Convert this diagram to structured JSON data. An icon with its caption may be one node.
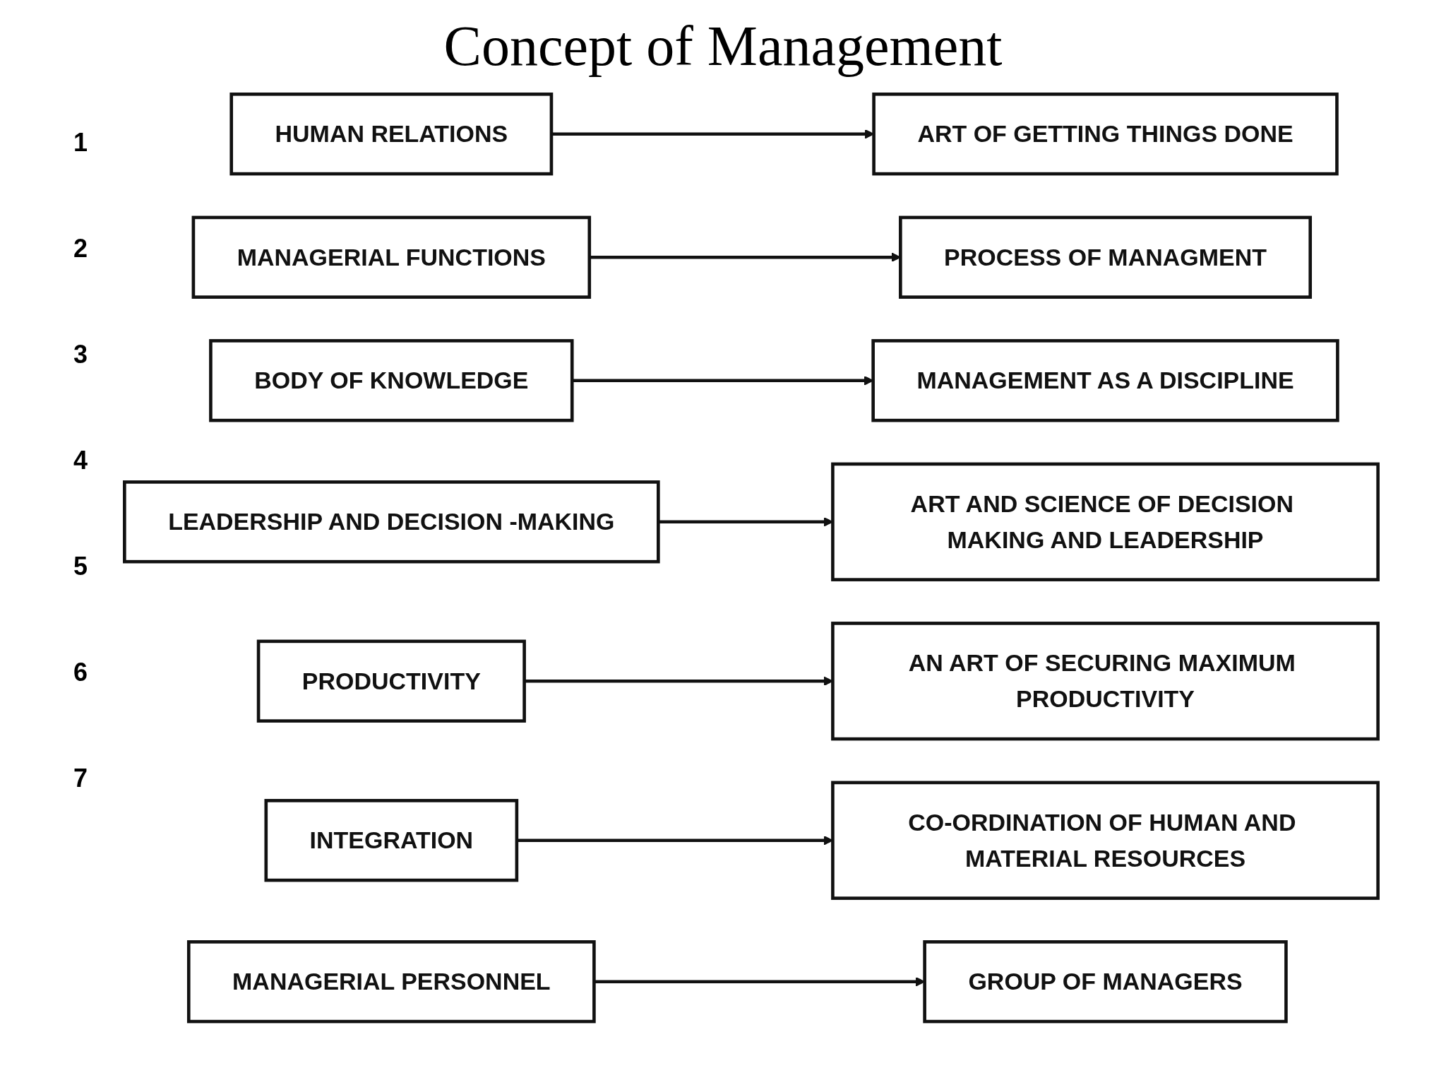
{
  "diagram": {
    "title": "Concept of Management",
    "nodes": [
      {
        "text": [
          "HUMAN RELATIONS"
        ]
      },
      {
        "text": [
          "ART OF GETTING THINGS DONE"
        ]
      },
      {
        "text": [
          "MANAGERIAL FUNCTIONS"
        ]
      },
      {
        "text": [
          "PROCESS OF MANAGMENT"
        ]
      },
      {
        "text": [
          "BODY OF KNOWLEDGE"
        ]
      },
      {
        "text": [
          "MANAGEMENT AS A DISCIPLINE"
        ]
      },
      {
        "text": [
          "LEADERSHIP AND DECISION -MAKING"
        ]
      },
      {
        "text": [
          "ART AND SCIENCE OF DECISION MAKING AND LEADERSHIP"
        ]
      },
      {
        "text": [
          "PRODUCTIVITY"
        ]
      },
      {
        "text": [
          "AN ART OF SECURING MAXIMUM PRODUCTIVITY"
        ]
      },
      {
        "text": [
          "INTEGRATION"
        ]
      },
      {
        "text": [
          "CO-ORDINATION OF HUMAN AND MATERIAL RESOURCES"
        ]
      },
      {
        "text": [
          "MANAGERIAL PERSONNEL"
        ]
      },
      {
        "text": [
          "GROUP OF MANAGERS"
        ]
      }
    ],
    "edges": [
      {
        "from": 0,
        "to": 1,
        "arrow": "to"
      },
      {
        "from": 2,
        "to": 3,
        "arrow": "to"
      },
      {
        "from": 4,
        "to": 5,
        "arrow": "to"
      },
      {
        "from": 6,
        "to": 7,
        "arrow": "to"
      },
      {
        "from": 8,
        "to": 9,
        "arrow": "to"
      },
      {
        "from": 10,
        "to": 11,
        "arrow": "to"
      },
      {
        "from": 12,
        "to": 13,
        "arrow": "to"
      }
    ],
    "labels": [
      "1",
      "2",
      "3",
      "4",
      "5",
      "6",
      "7"
    ]
  }
}
